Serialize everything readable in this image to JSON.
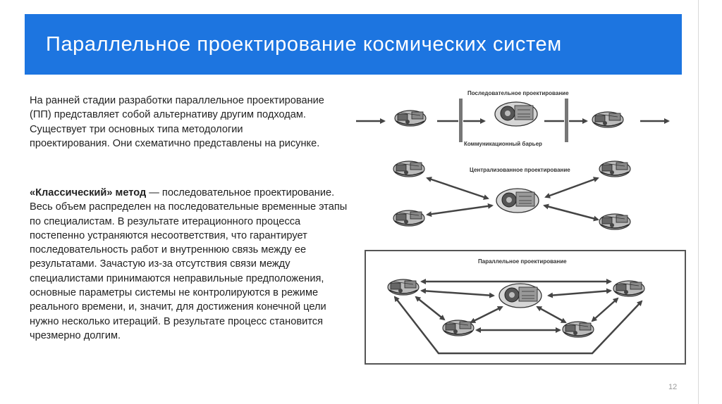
{
  "slide": {
    "title": "Параллельное проектирование космических систем",
    "intro": "На ранней стадии разработки параллельное проектирование (ПП) представляет собой альтернативу другим подходам. Существует три основных типа методологии проектирования. Они схематично представлены на рисунке.",
    "classic_term": "«Классический» метод",
    "classic_text": " — последовательное проектирование. Весь объем распределен на последовательные временные этапы по специалистам. В результате итерационного процесса постепенно устраняются несоответствия, что гарантирует последовательность работ и внутреннюю связь между ее результатами. Зачастую из-за отсутствия связи между специалистами принимаются неправильные предположения, основные параметры системы не контролируются в режиме реального времени, и, значит, для достижения конечной цели нужно несколько итераций. В результате процесс становится чрезмерно долгим.",
    "page_number": "12"
  },
  "diagram": {
    "sequential_label": "Последовательное проектирование",
    "barrier_label": "Коммуникационный барьер",
    "centralized_label": "Централизованное проектирование",
    "parallel_label": "Параллельное проектирование"
  },
  "colors": {
    "title_bar": "#1d75e0",
    "title_text": "#ffffff",
    "body_text": "#222222",
    "diagram_ink": "#444444"
  }
}
